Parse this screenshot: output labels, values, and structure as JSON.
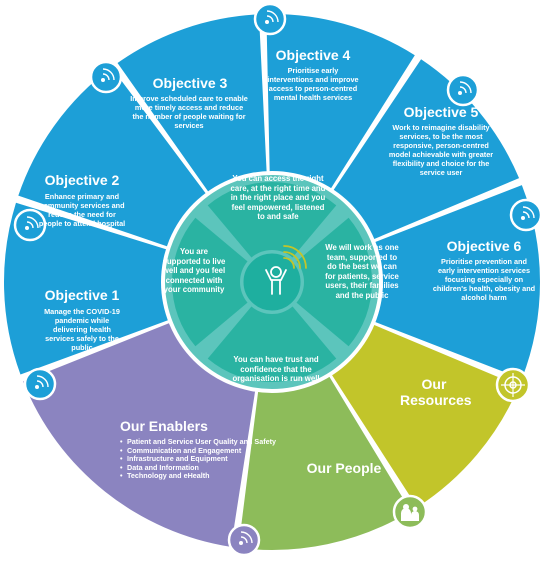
{
  "objectives": [
    {
      "title": "Objective 1",
      "text": "Manage the COVID-19 pandemic while delivering health services safely to the public"
    },
    {
      "title": "Objective 2",
      "text": "Enhance primary and community services and reduce the need for people to attend hospital"
    },
    {
      "title": "Objective 3",
      "text": "Improve scheduled care to enable more timely access and reduce the number of people waiting for services"
    },
    {
      "title": "Objective 4",
      "text": "Prioritise early interventions and improve access to person-centred mental health services"
    },
    {
      "title": "Objective 5",
      "text": "Work to reimagine disability services, to be the most responsive, person-centred model achievable with greater flexibility and choice for the service user"
    },
    {
      "title": "Objective 6",
      "text": "Prioritise prevention and early intervention services focusing especially on children's health, obesity and alcohol harm"
    }
  ],
  "inner": {
    "top": "You can access the right care, at the right time and in the right place and you feel empowered, listened to and safe",
    "right": "We will work as one team, supported to do the best we can for patients, service users, their families and the public",
    "bottom": "You can have trust and confidence that the organisation is run well",
    "left": "You are supported to live well and you feel connected with your community"
  },
  "enablers": {
    "title": "Our Enablers",
    "items": [
      "Patient and Service User Quality and Safety",
      "Communication and Engagement",
      "Infrastructure and Equipment",
      "Data and Information",
      "Technology and eHealth"
    ]
  },
  "people": {
    "title": "Our People"
  },
  "resources": {
    "title": "Our Resources"
  },
  "colors": {
    "objective": "#1d9fd7",
    "enablers": "#8b84c0",
    "people": "#8dbc5a",
    "resources": "#c2c52a",
    "inner_ring": "#5cc5bc",
    "quadrant": "#2ab3a2",
    "hub": "#1eaf9f"
  },
  "icons": [
    "target-icon",
    "people-icon",
    "person-wifi-icon"
  ]
}
